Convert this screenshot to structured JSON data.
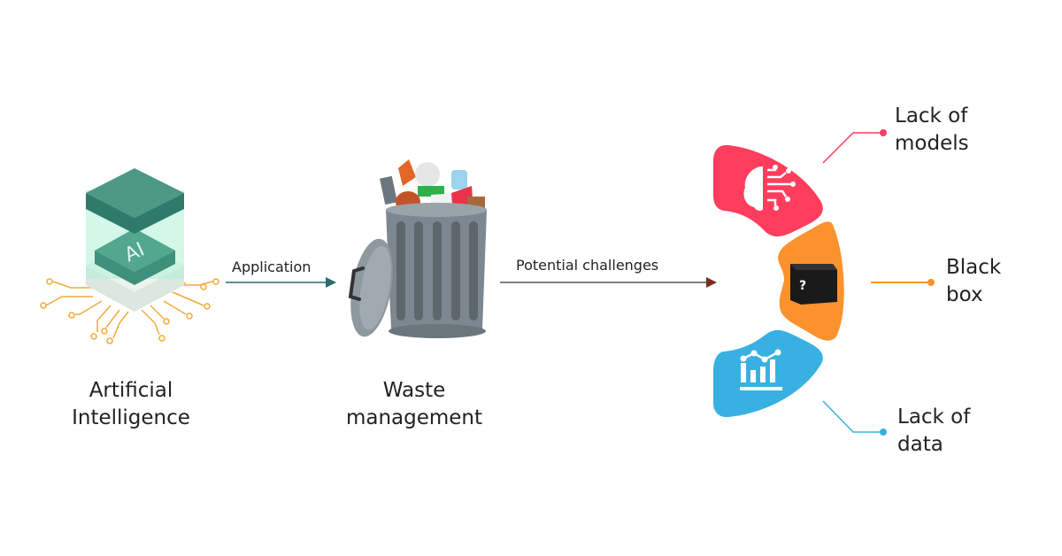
{
  "nodes": {
    "ai": {
      "line1": "Artificial",
      "line2": "Intelligence",
      "chip_text": "AI"
    },
    "waste": {
      "line1": "Waste",
      "line2": "management"
    }
  },
  "edges": {
    "application": "Application",
    "challenges": "Potential challenges"
  },
  "challenges": [
    {
      "line1": "Lack of",
      "line2": "models",
      "color": "#ff3d5d",
      "icon": "brain-circuit-icon"
    },
    {
      "line1": "Black",
      "line2": "box",
      "color": "#fb922d",
      "icon": "black-box-icon",
      "box_text": "?"
    },
    {
      "line1": "Lack of",
      "line2": "data",
      "color": "#38b1e2",
      "icon": "bar-chart-icon"
    }
  ],
  "colors": {
    "teal": "#3e8f7c",
    "arrow1": "#2b6b6b",
    "arrow2": "#7a2e1e",
    "circuit": "#f3aa3a"
  }
}
